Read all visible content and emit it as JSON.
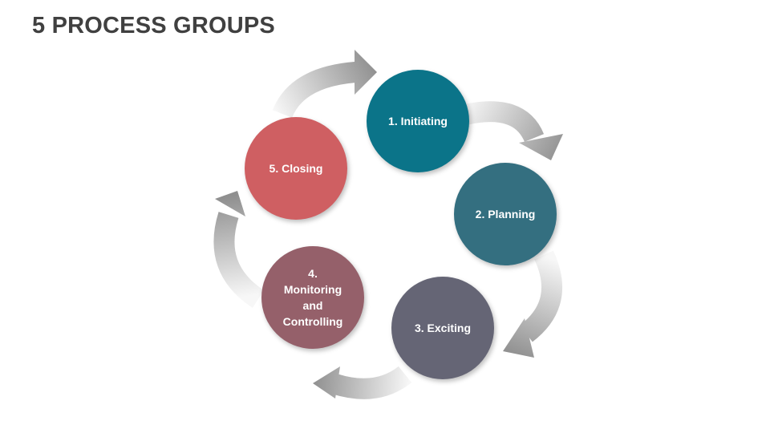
{
  "title": "5 PROCESS GROUPS",
  "steps": [
    {
      "label": "1. Initiating",
      "color": "#0B7489"
    },
    {
      "label": "2. Planning",
      "color": "#346F80"
    },
    {
      "label": "3. Exciting",
      "color": "#656575"
    },
    {
      "label": "4.\nMonitoring\nand\nControlling",
      "color": "#95606A"
    },
    {
      "label": "5. Closing",
      "color": "#CF5F62"
    }
  ],
  "arrow_icon": "curved-arrow-gradient-gray"
}
